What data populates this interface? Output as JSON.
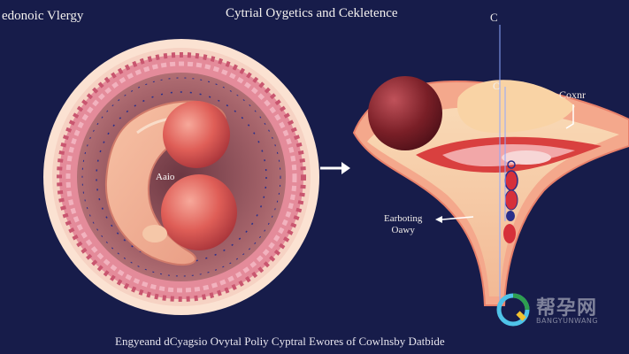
{
  "labels": {
    "top_left": "edonoic Vlergy",
    "title": "Cytrial Oygetics and Cekletence",
    "letter_c_top": "C",
    "letter_c_mid": "C",
    "right": "Coxnr",
    "center": "Aaio",
    "left_mid_line1": "Earboting",
    "left_mid_line2": "Oawy",
    "caption": "Engyeand dCyagsio Ovytal Poliy Cyptral Ewores of Cowlnsby Datbide"
  },
  "watermark": {
    "title": "帮孕网",
    "subtitle": "BANGYUNWANG"
  },
  "colors": {
    "background": "#171c4a",
    "ring_outer": "#fbe0cf",
    "tissue_pink": "#e8879a",
    "interior": "#b16b70",
    "dark_red": "#7d1c22",
    "sphere": "#e5635a",
    "organ_outline": "#f09a7d",
    "organ_fill": "#f7cfa5",
    "dot_blue": "#2a2f8a",
    "guide_line": "#8ea7ff"
  },
  "icons": [
    "arrow-right-icon",
    "arrow-left-icon",
    "watermark-logo-icon"
  ]
}
